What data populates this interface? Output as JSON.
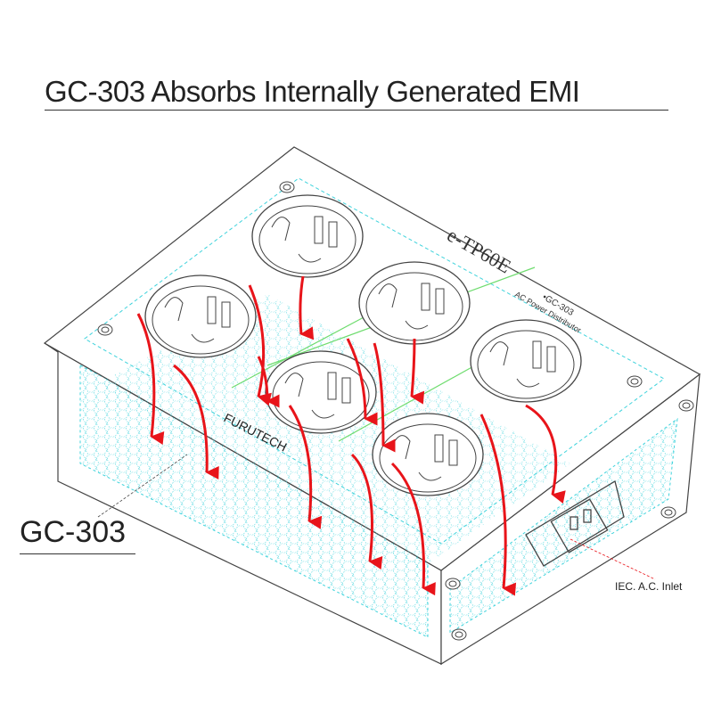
{
  "title": "GC-303 Absorbs Internally Generated EMI",
  "callouts": {
    "gc303": "GC-303",
    "iec_inlet": "IEC. A.C. Inlet"
  },
  "product_markings": {
    "brand": "FURUTECH",
    "model": "e-TP60E",
    "subtitle": "AC Power Distributor",
    "badge": "•GC-303"
  },
  "colors": {
    "arrow": "#e8141a",
    "mesh": "#3fd3dc",
    "guide": "#6fdc6f",
    "outline": "#444444"
  }
}
